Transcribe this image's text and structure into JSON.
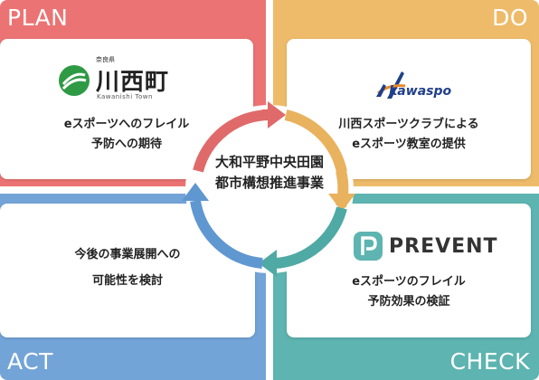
{
  "stages": {
    "plan": {
      "label": "PLAN",
      "lines": [
        "eスポーツへのフレイル",
        "予防への期待"
      ]
    },
    "do": {
      "label": "DO",
      "lines": [
        "川西スポーツクラブによる",
        "eスポーツ教室の提供"
      ]
    },
    "check": {
      "label": "CHECK",
      "lines": [
        "eスポーツのフレイル",
        "予防効果の検証"
      ]
    },
    "act": {
      "label": "ACT",
      "lines": [
        "今後の事業展開への",
        "可能性を検討"
      ]
    }
  },
  "center": {
    "lines": [
      "大和平野中央田園",
      "都市構想推進事業"
    ]
  },
  "logos": {
    "kawanishi": {
      "prefecture": "奈良県",
      "name": "川西町",
      "roman": "Kawanishi Town",
      "icon": "kawanishi-town-emblem"
    },
    "kawaspo": {
      "name": "kawaspo",
      "icon": "kawaspo-k-mark"
    },
    "prevent": {
      "name": "PREVENT",
      "icon": "prevent-p-mark"
    }
  },
  "colors": {
    "plan": "#ec7373",
    "do": "#eebb6a",
    "check": "#5db4b0",
    "act": "#73a4d8",
    "arrow_plan_do": "#e06a6a",
    "arrow_do_check": "#e9b25e",
    "arrow_check_act": "#4fa9a5",
    "arrow_act_plan": "#5f97d1"
  }
}
